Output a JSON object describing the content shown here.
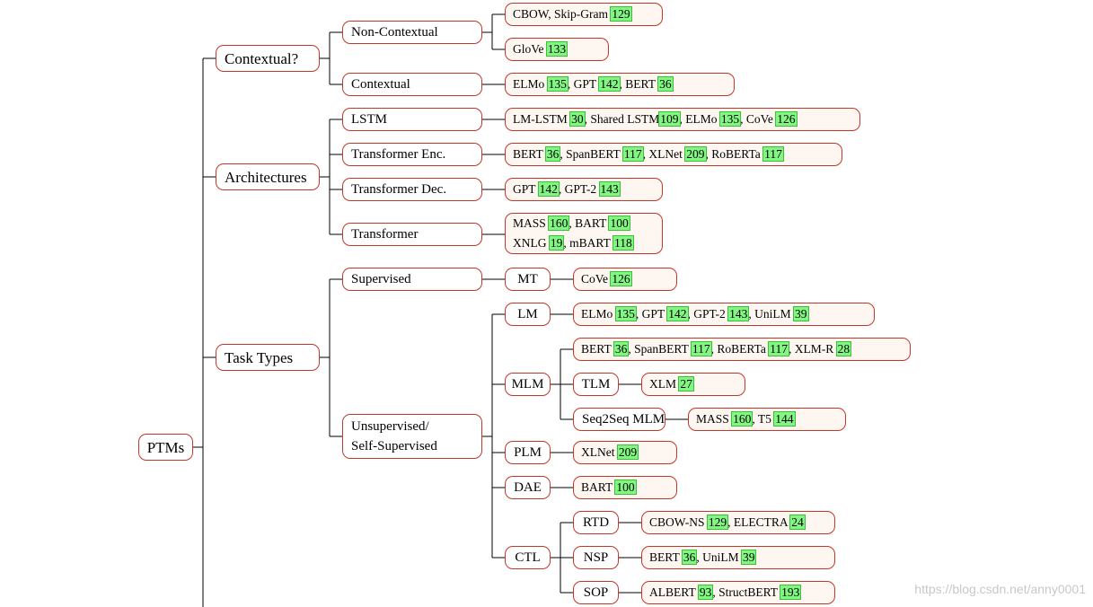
{
  "root": "PTMs",
  "categories": {
    "contextual": "Contextual?",
    "architectures": "Architectures",
    "task_types": "Task Types"
  },
  "sub": {
    "non_contextual": "Non-Contextual",
    "contextual": "Contextual",
    "lstm": "LSTM",
    "transformer_enc": "Transformer Enc.",
    "transformer_dec": "Transformer Dec.",
    "transformer": "Transformer",
    "supervised": "Supervised",
    "unsupervised_l1": "Unsupervised/",
    "unsupervised_l2": "Self-Supervised"
  },
  "tasks": {
    "mt": "MT",
    "lm": "LM",
    "mlm": "MLM",
    "plm": "PLM",
    "dae": "DAE",
    "ctl": "CTL",
    "tlm": "TLM",
    "seq2seq_mlm": "Seq2Seq MLM",
    "rtd": "RTD",
    "nsp": "NSP",
    "sop": "SOP"
  },
  "leaves": {
    "cbow": [
      [
        "CBOW, Skip-Gram ",
        ""
      ],
      [
        "129",
        "c"
      ]
    ],
    "glove": [
      [
        "GloVe ",
        ""
      ],
      [
        "133",
        "c"
      ]
    ],
    "contextual": [
      [
        "ELMo ",
        ""
      ],
      [
        "135",
        "c"
      ],
      [
        ", GPT ",
        ""
      ],
      [
        "142",
        "c"
      ],
      [
        ", BERT ",
        ""
      ],
      [
        "36",
        "c"
      ]
    ],
    "lstm": [
      [
        "LM-LSTM ",
        ""
      ],
      [
        "30",
        "c"
      ],
      [
        ", Shared LSTM",
        ""
      ],
      [
        "109",
        "c"
      ],
      [
        ", ELMo ",
        ""
      ],
      [
        "135",
        "c"
      ],
      [
        ", CoVe ",
        ""
      ],
      [
        "126",
        "c"
      ]
    ],
    "enc": [
      [
        "BERT ",
        ""
      ],
      [
        "36",
        "c"
      ],
      [
        ", SpanBERT ",
        ""
      ],
      [
        "117",
        "c"
      ],
      [
        ", XLNet ",
        ""
      ],
      [
        "209",
        "c"
      ],
      [
        ", RoBERTa ",
        ""
      ],
      [
        "117",
        "c"
      ]
    ],
    "dec": [
      [
        "GPT ",
        ""
      ],
      [
        "142",
        "c"
      ],
      [
        ", GPT-2 ",
        ""
      ],
      [
        "143",
        "c"
      ]
    ],
    "transformer_l1": [
      [
        "MASS ",
        ""
      ],
      [
        "160",
        "c"
      ],
      [
        ", BART ",
        ""
      ],
      [
        "100",
        "c"
      ]
    ],
    "transformer_l2": [
      [
        "XNLG ",
        ""
      ],
      [
        "19",
        "c"
      ],
      [
        ", mBART ",
        ""
      ],
      [
        "118",
        "c"
      ]
    ],
    "mt": [
      [
        "CoVe ",
        ""
      ],
      [
        "126",
        "c"
      ]
    ],
    "lm": [
      [
        "ELMo ",
        ""
      ],
      [
        "135",
        "c"
      ],
      [
        ", GPT ",
        ""
      ],
      [
        "142",
        "c"
      ],
      [
        ", GPT-2 ",
        ""
      ],
      [
        "143",
        "c"
      ],
      [
        ", UniLM ",
        ""
      ],
      [
        "39",
        "c"
      ]
    ],
    "mlm": [
      [
        "BERT ",
        ""
      ],
      [
        "36",
        "c"
      ],
      [
        ", SpanBERT ",
        ""
      ],
      [
        "117",
        "c"
      ],
      [
        ", RoBERTa ",
        ""
      ],
      [
        "117",
        "c"
      ],
      [
        ", XLM-R ",
        ""
      ],
      [
        "28",
        "c"
      ]
    ],
    "tlm": [
      [
        "XLM ",
        ""
      ],
      [
        "27",
        "c"
      ]
    ],
    "seq2seq": [
      [
        "MASS ",
        ""
      ],
      [
        "160",
        "c"
      ],
      [
        ", T5 ",
        ""
      ],
      [
        "144",
        "c"
      ]
    ],
    "plm": [
      [
        "XLNet ",
        ""
      ],
      [
        "209",
        "c"
      ]
    ],
    "dae": [
      [
        "BART ",
        ""
      ],
      [
        "100",
        "c"
      ]
    ],
    "rtd": [
      [
        "CBOW-NS ",
        ""
      ],
      [
        "129",
        "c"
      ],
      [
        ", ELECTRA ",
        ""
      ],
      [
        "24",
        "c"
      ]
    ],
    "nsp": [
      [
        "BERT ",
        ""
      ],
      [
        "36",
        "c"
      ],
      [
        ", UniLM ",
        ""
      ],
      [
        "39",
        "c"
      ]
    ],
    "sop": [
      [
        "ALBERT ",
        ""
      ],
      [
        "93",
        "c"
      ],
      [
        ", StructBERT ",
        ""
      ],
      [
        "193",
        "c"
      ]
    ]
  },
  "watermark": "https://blog.csdn.net/anny0001",
  "colors": {
    "border": "#c0392b",
    "leaf_fill": "#fef7f1",
    "cite_fill": "#82f582",
    "cite_border": "#39c239"
  }
}
